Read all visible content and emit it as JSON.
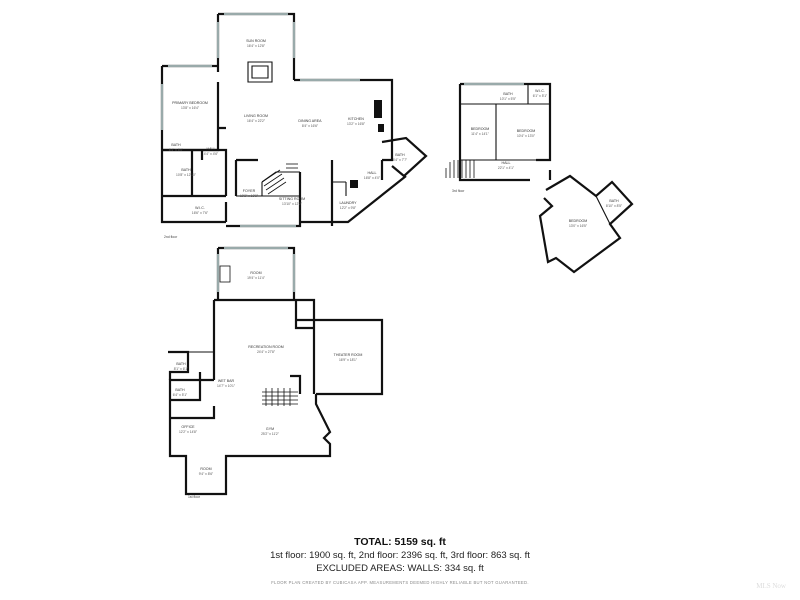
{
  "floors": {
    "second": {
      "label": "2nd floor",
      "rooms": [
        {
          "name": "SUN ROOM",
          "dim": "16'4\" x 12'8\""
        },
        {
          "name": "PRIMARY BEDROOM",
          "dim": "13'8\" x 16'4\""
        },
        {
          "name": "LIVING ROOM",
          "dim": "16'4\" x 22'2\""
        },
        {
          "name": "DINING AREA",
          "dim": "8'4\" x 16'6\""
        },
        {
          "name": "KITCHEN",
          "dim": "13'2\" x 16'8\""
        },
        {
          "name": "BATH",
          "dim": "8'4\" x 5'0\""
        },
        {
          "name": "HALL",
          "dim": "4'4\" x 4'6\""
        },
        {
          "name": "BATH",
          "dim": "10'8\" x 12'10\""
        },
        {
          "name": "FOYER",
          "dim": "10'2\" x 10'8\""
        },
        {
          "name": "SITTING ROOM",
          "dim": "13'10\" x 12'2\""
        },
        {
          "name": "LAUNDRY",
          "dim": "12'2\" x 9'8\""
        },
        {
          "name": "HALL",
          "dim": "16'8\" x 4'0\""
        },
        {
          "name": "BATH",
          "dim": "6'4\" x 7'7\""
        },
        {
          "name": "W.I.C.",
          "dim": "16'6\" x 7'6\""
        }
      ]
    },
    "third": {
      "label": "3rd floor",
      "rooms": [
        {
          "name": "BATH",
          "dim": "10'1\" x 5'5\""
        },
        {
          "name": "W.I.C.",
          "dim": "6'1\" x 5'1\""
        },
        {
          "name": "BEDROOM",
          "dim": "11'4\" x 14'1\""
        },
        {
          "name": "BEDROOM",
          "dim": "10'4\" x 13'0\""
        },
        {
          "name": "HALL",
          "dim": "22'1\" x 4'1\""
        },
        {
          "name": "BEDROOM",
          "dim": "13'0\" x 16'5\""
        },
        {
          "name": "BATH",
          "dim": "8'10\" x 8'5\""
        }
      ]
    },
    "first": {
      "label": "1st floor",
      "rooms": [
        {
          "name": "ROOM",
          "dim": "19'4\" x 11'4\""
        },
        {
          "name": "RECREATION ROOM",
          "dim": "24'4\" x 27'8\""
        },
        {
          "name": "THEATER ROOM",
          "dim": "16'9\" x 18'1\""
        },
        {
          "name": "BATH",
          "dim": "8'1\" x 6'1\""
        },
        {
          "name": "WET BAR",
          "dim": "14'7\" x 10'1\""
        },
        {
          "name": "BATH",
          "dim": "6'4\" x 5'1\""
        },
        {
          "name": "OFFICE",
          "dim": "12'2\" x 14'8\""
        },
        {
          "name": "GYM",
          "dim": "25'2\" x 11'2\""
        },
        {
          "name": "ROOM",
          "dim": "9'4\" x 8'6\""
        }
      ]
    }
  },
  "summary": {
    "total": "TOTAL: 5159 sq. ft",
    "breakdown": "1st floor: 1900 sq. ft, 2nd floor: 2396 sq. ft, 3rd floor: 863 sq. ft",
    "excluded": "EXCLUDED AREAS: WALLS: 334 sq. ft",
    "disclaimer": "FLOOR PLAN CREATED BY CUBICASA APP. MEASUREMENTS DEEMED HIGHLY RELIABLE BUT NOT GUARANTEED."
  },
  "watermark": "MLS Now"
}
